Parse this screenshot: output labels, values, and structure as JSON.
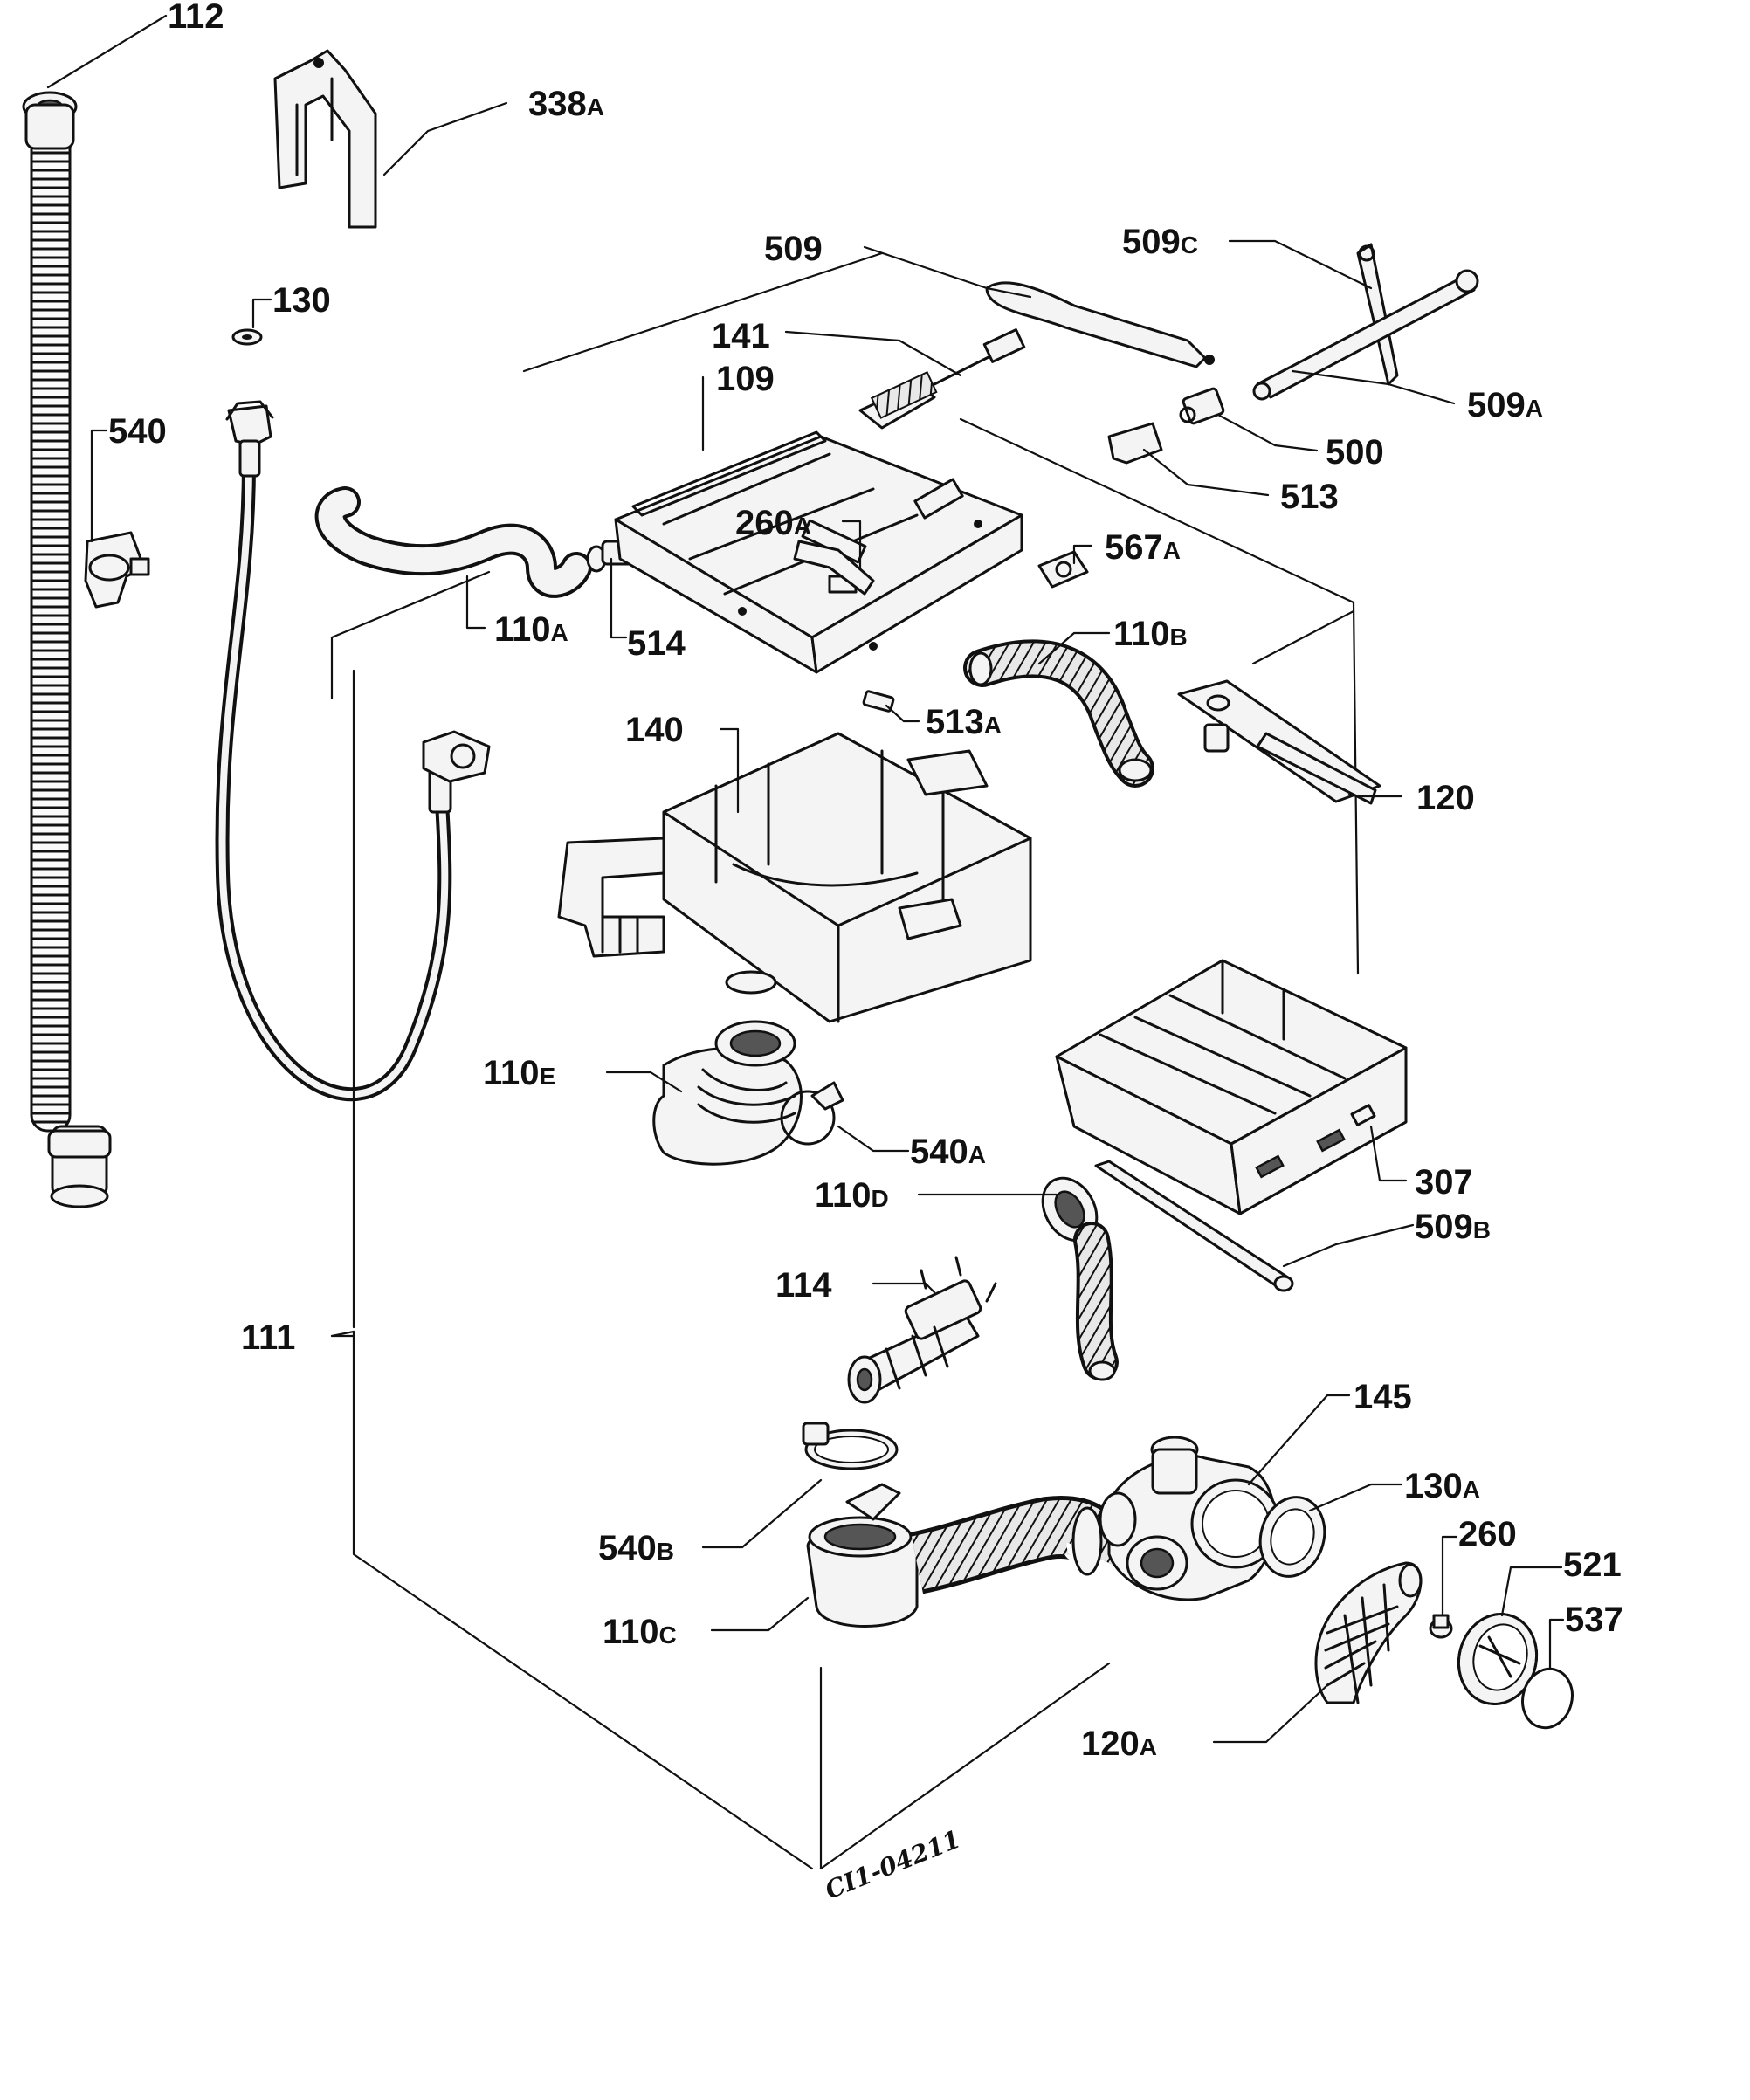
{
  "labels": {
    "l112": {
      "num": "112",
      "suf": ""
    },
    "l338A": {
      "num": "338",
      "suf": "A"
    },
    "l130": {
      "num": "130",
      "suf": ""
    },
    "l540": {
      "num": "540",
      "suf": ""
    },
    "l109": {
      "num": "109",
      "suf": ""
    },
    "l141": {
      "num": "141",
      "suf": ""
    },
    "l509": {
      "num": "509",
      "suf": ""
    },
    "l509C": {
      "num": "509",
      "suf": "C"
    },
    "l509A": {
      "num": "509",
      "suf": "A"
    },
    "l500": {
      "num": "500",
      "suf": ""
    },
    "l513": {
      "num": "513",
      "suf": ""
    },
    "l260A": {
      "num": "260",
      "suf": "A"
    },
    "l567A": {
      "num": "567",
      "suf": "A"
    },
    "l110A": {
      "num": "110",
      "suf": "A"
    },
    "l514": {
      "num": "514",
      "suf": ""
    },
    "l110B": {
      "num": "110",
      "suf": "B"
    },
    "l513A": {
      "num": "513",
      "suf": "A"
    },
    "l140": {
      "num": "140",
      "suf": ""
    },
    "l120": {
      "num": "120",
      "suf": ""
    },
    "l110E": {
      "num": "110",
      "suf": "E"
    },
    "l540A": {
      "num": "540",
      "suf": "A"
    },
    "l110D": {
      "num": "110",
      "suf": "D"
    },
    "l307": {
      "num": "307",
      "suf": ""
    },
    "l509B": {
      "num": "509",
      "suf": "B"
    },
    "l111": {
      "num": "111",
      "suf": ""
    },
    "l114": {
      "num": "114",
      "suf": ""
    },
    "l145": {
      "num": "145",
      "suf": ""
    },
    "l130A": {
      "num": "130",
      "suf": "A"
    },
    "l540B": {
      "num": "540",
      "suf": "B"
    },
    "l260": {
      "num": "260",
      "suf": ""
    },
    "l521": {
      "num": "521",
      "suf": ""
    },
    "l537": {
      "num": "537",
      "suf": ""
    },
    "l110C": {
      "num": "110",
      "suf": "C"
    },
    "l120A": {
      "num": "120",
      "suf": "A"
    }
  },
  "drawing_code": "CI1-04211"
}
